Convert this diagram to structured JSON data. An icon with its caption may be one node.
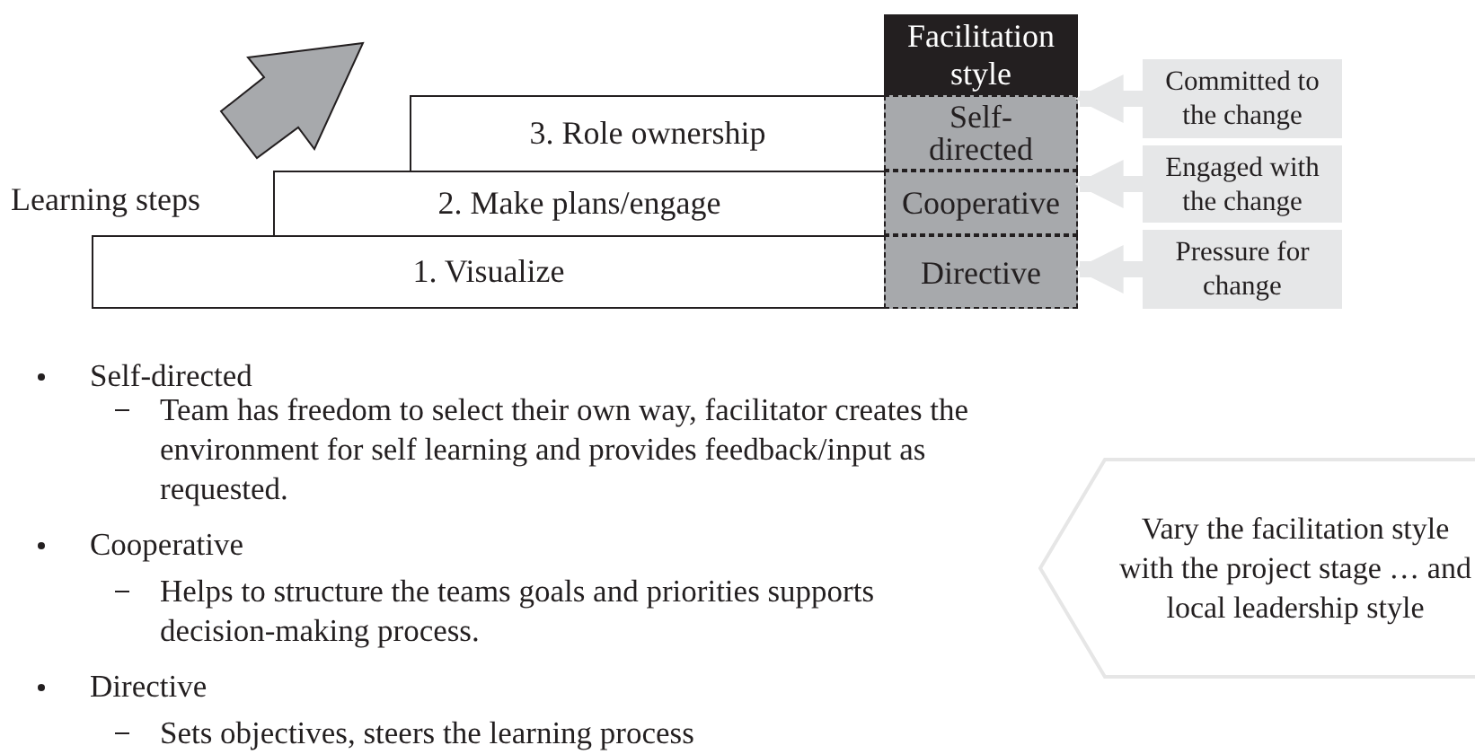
{
  "diagram": {
    "nodes": [
      {
        "text": [
          "1. Visualize"
        ]
      },
      {
        "text": [
          "2. Make plans/engage"
        ]
      },
      {
        "text": [
          "3. Role ownership"
        ]
      },
      {
        "text": [
          "Facilitation style"
        ]
      },
      {
        "text": [
          "Self-directed"
        ]
      },
      {
        "text": [
          "Cooperative"
        ]
      },
      {
        "text": [
          "Directive"
        ]
      },
      {
        "text": [
          "Committed to the change"
        ]
      },
      {
        "text": [
          "Engaged with the change"
        ]
      },
      {
        "text": [
          "Pressure for change"
        ]
      },
      {
        "text": [
          "Vary the facilitation style with the project stage … and local leadership style"
        ]
      }
    ],
    "edges": [
      {
        "from": 7,
        "to": 4,
        "arrow": "to"
      },
      {
        "from": 8,
        "to": 5,
        "arrow": "to"
      },
      {
        "from": 9,
        "to": 6,
        "arrow": "to"
      }
    ],
    "labels": [
      "Learning steps",
      "Self-directed",
      "Team has freedom to select their own way, facilitator creates the environment for self learning and provides feedback/input as requested.",
      "Cooperative",
      "Helps to structure the teams goals and priorities supports decision-making process.",
      "Directive",
      "Sets objectives, steers the learning process"
    ]
  }
}
